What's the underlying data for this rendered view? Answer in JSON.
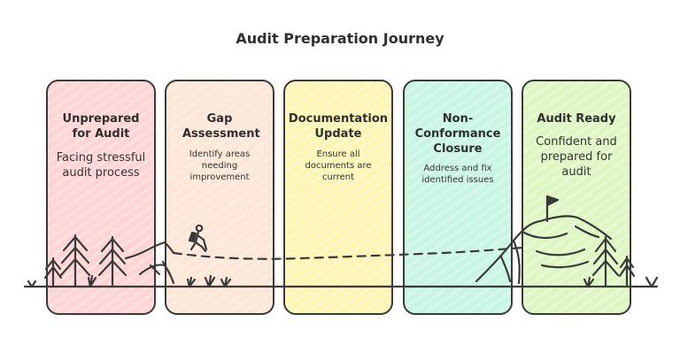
{
  "title": "Audit Preparation Journey",
  "stages": [
    {
      "heading": "Unprepared for Audit",
      "description": "Facing stressful audit process",
      "color": "#ffd4d4"
    },
    {
      "heading": "Gap Assessment",
      "description": "Identify areas needing improvement",
      "color": "#ffe6d6"
    },
    {
      "heading": "Documentation Update",
      "description": "Ensure all documents are current",
      "color": "#fdf5b4"
    },
    {
      "heading": "Non-Conformance Closure",
      "description": "Address and fix identified issues",
      "color": "#c9f5e4"
    },
    {
      "heading": "Audit Ready",
      "description": "Confident and prepared for audit",
      "color": "#def7c2"
    }
  ]
}
